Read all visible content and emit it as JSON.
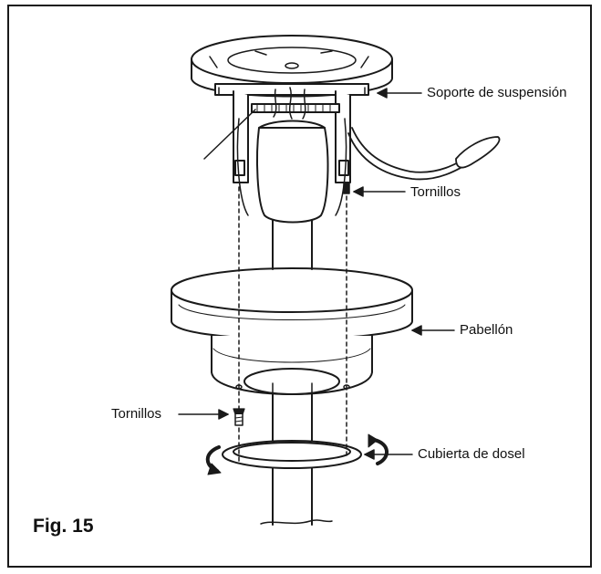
{
  "figure": {
    "title": "Fig. 15",
    "labels": {
      "hanger_bracket": "Soporte de suspensión",
      "screws_top": "Tornillos",
      "canopy": "Pabellón",
      "screws_bottom": "Tornillos",
      "canopy_cover": "Cubierta de dosel"
    }
  },
  "colors": {
    "ink": "#1a1a1a",
    "paper": "#ffffff",
    "shade": "#d9d9d9"
  }
}
